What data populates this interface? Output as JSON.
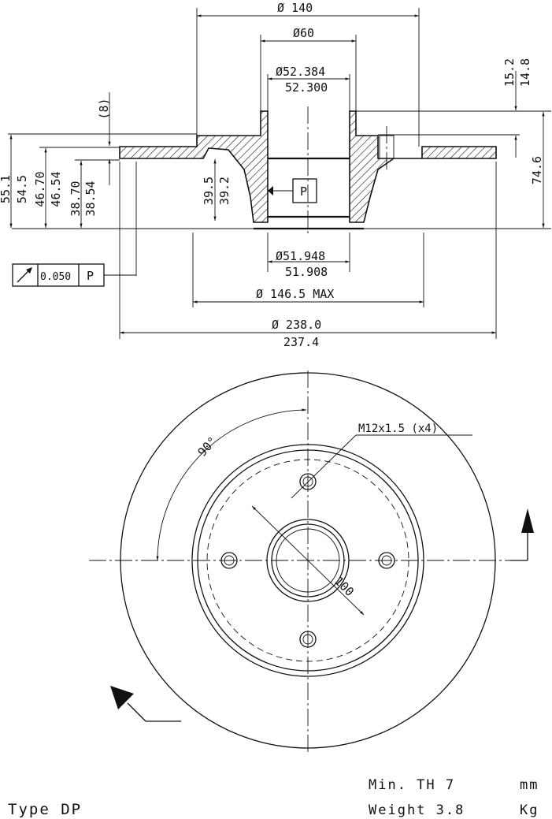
{
  "section_view": {
    "dim_outer_hub": "Ø 140",
    "dim_hub": "Ø60",
    "dim_bore_max": "Ø52.384",
    "dim_bore_min": "52.300",
    "dim_bottom_bore_max": "Ø51.948",
    "dim_bottom_bore_min": "51.908",
    "dim_146": "Ø 146.5 MAX",
    "dim_outer_max": "Ø 238.0",
    "dim_outer_min": "237.4",
    "dim_thickness_ref": "(8)",
    "dim_55_max": "55.1",
    "dim_55_min": "54.5",
    "dim_46_max": "46.70",
    "dim_46_min": "46.54",
    "dim_38_max": "38.70",
    "dim_38_min": "38.54",
    "dim_39_max": "39.5",
    "dim_39_min": "39.2",
    "dim_15_max": "15.2",
    "dim_15_min": "14.8",
    "dim_total_height": "74.6",
    "datum_label": "P",
    "runout_tolerance": "0.050",
    "runout_datum": "P"
  },
  "plan_view": {
    "angle": "90°",
    "thread": "M12x1.5 (x4)",
    "pcd": "100"
  },
  "footer": {
    "min_th_label": "Min. TH 7",
    "min_th_unit": "mm",
    "weight_label": "Weight  3.8",
    "weight_unit": "Kg",
    "type": "Type DP"
  }
}
